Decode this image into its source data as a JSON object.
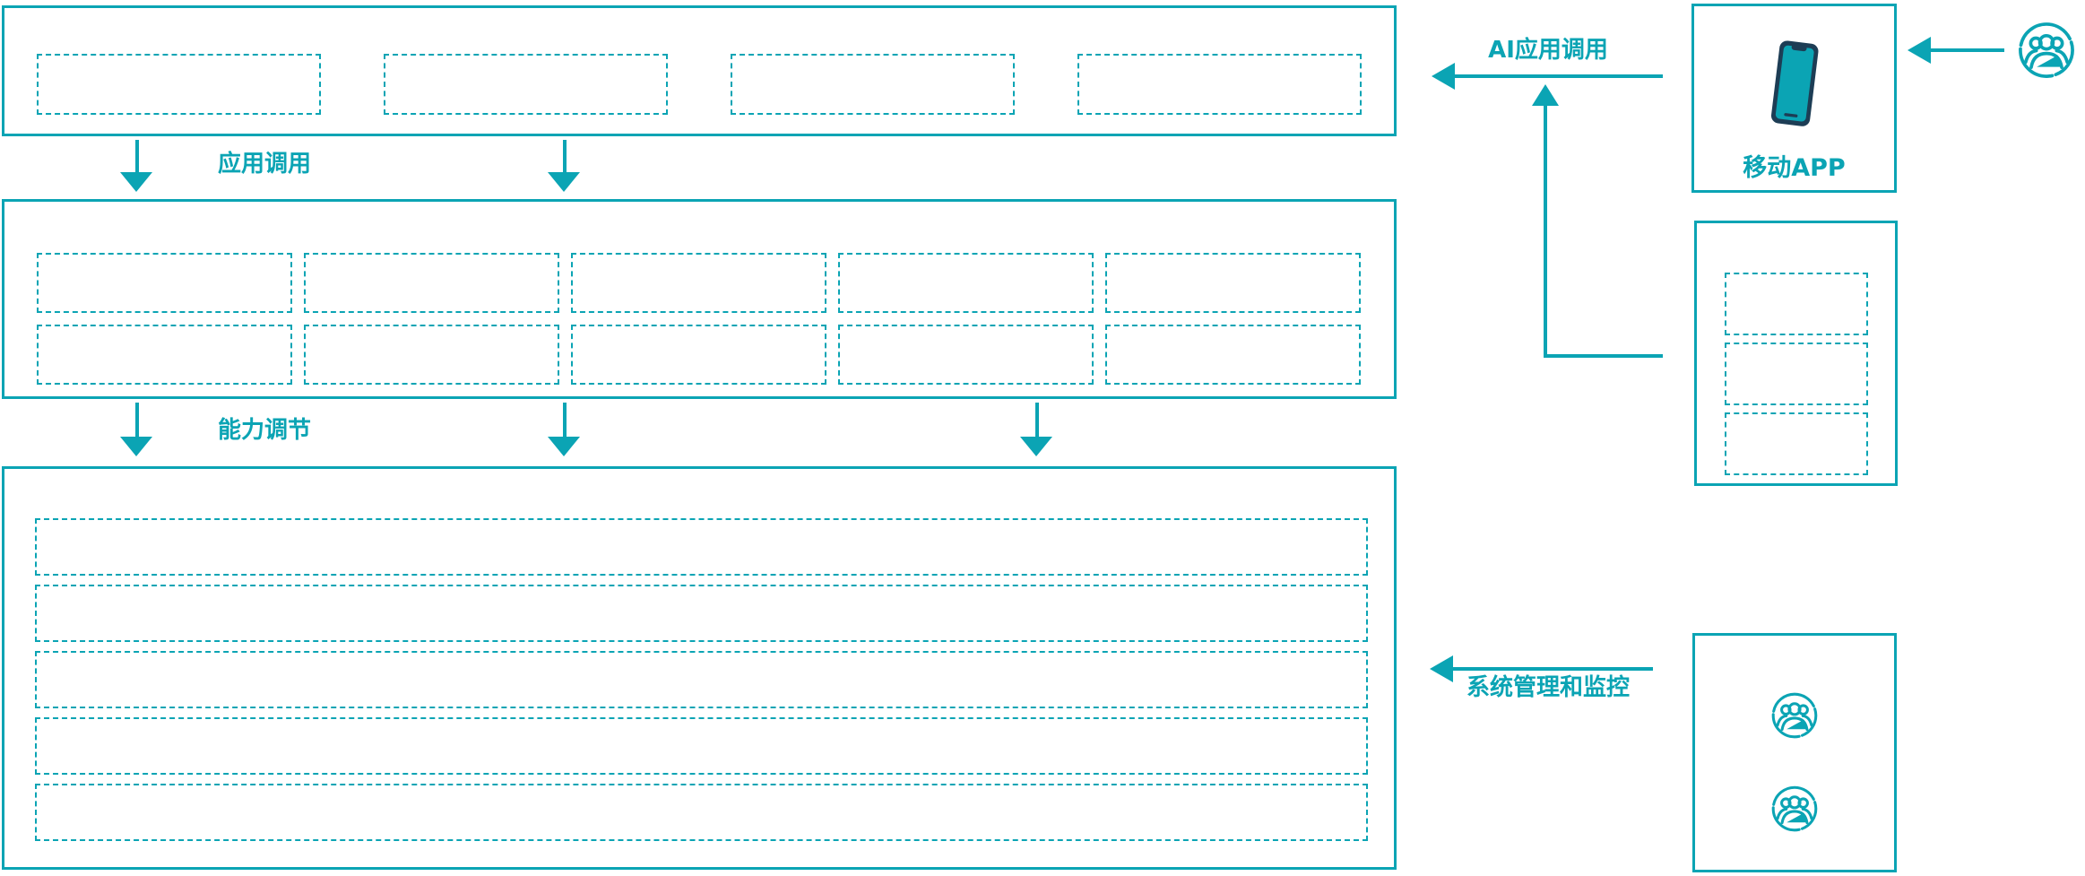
{
  "colors": {
    "accent": "#0ba4b4",
    "phone_dark": "#1d3d55"
  },
  "flows": {
    "app_call": {
      "label": "应用调用"
    },
    "capability_tuning": {
      "label": "能力调节"
    },
    "ai_app_call": {
      "label": "AI应用调用"
    },
    "system_management": {
      "label": "系统管理和监控"
    }
  },
  "main": {
    "top_box": {
      "placeholders": 4
    },
    "middle_box": {
      "rows": 2,
      "cols": 5
    },
    "bottom_box": {
      "strips": 5
    }
  },
  "right_panel": {
    "mobile_app": {
      "label": "移动APP",
      "icon": "mobile-phone-icon"
    },
    "middle_box": {
      "placeholders": 3
    },
    "operators_box": {
      "icon": "user-group-icon",
      "icon_count": 2
    },
    "external_user": {
      "icon": "user-group-icon"
    }
  }
}
